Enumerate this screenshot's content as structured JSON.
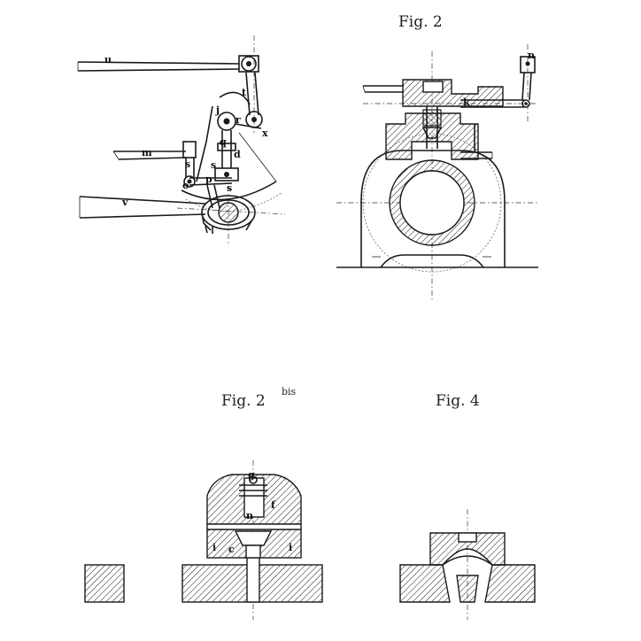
{
  "figures": {
    "fig2": {
      "caption": "Fig. 2"
    },
    "fig2bis": {
      "caption": "Fig. 2",
      "superscript": "bis"
    },
    "fig4": {
      "caption": "Fig. 4"
    }
  },
  "labels": {
    "u": "u",
    "t": "t",
    "j": "j",
    "r": "r",
    "x": "x",
    "q": "q",
    "d": "d",
    "m": "m",
    "s1": "s",
    "s2": "s",
    "s3": "s",
    "o": "o",
    "p": "p",
    "v": "v",
    "n_fig2": "n",
    "k": "k",
    "g": "g",
    "n_fig2bis": "n",
    "f": "f",
    "c": "c",
    "i_left": "i",
    "i_right": "i"
  }
}
